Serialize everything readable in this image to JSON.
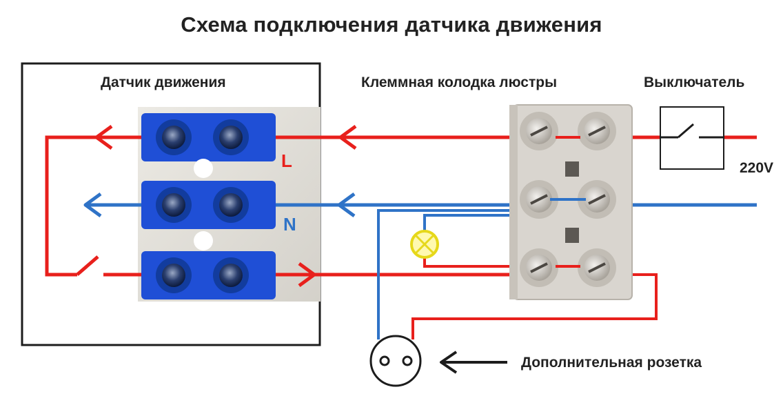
{
  "title": "Схема подключения датчика движения",
  "labels": {
    "motion_sensor": "Датчик движения",
    "terminal_block": "Клеммная колодка люстры",
    "switch": "Выключатель",
    "voltage": "220V",
    "phase": "L",
    "neutral": "N",
    "extra_socket": "Дополнительная розетка"
  },
  "colors": {
    "phase_wire": "#e8201c",
    "neutral_wire": "#2f73c7",
    "terminal_blue": "#1f4fd6",
    "ceramic": "#d9d5cf",
    "lamp": "#f3e832"
  }
}
